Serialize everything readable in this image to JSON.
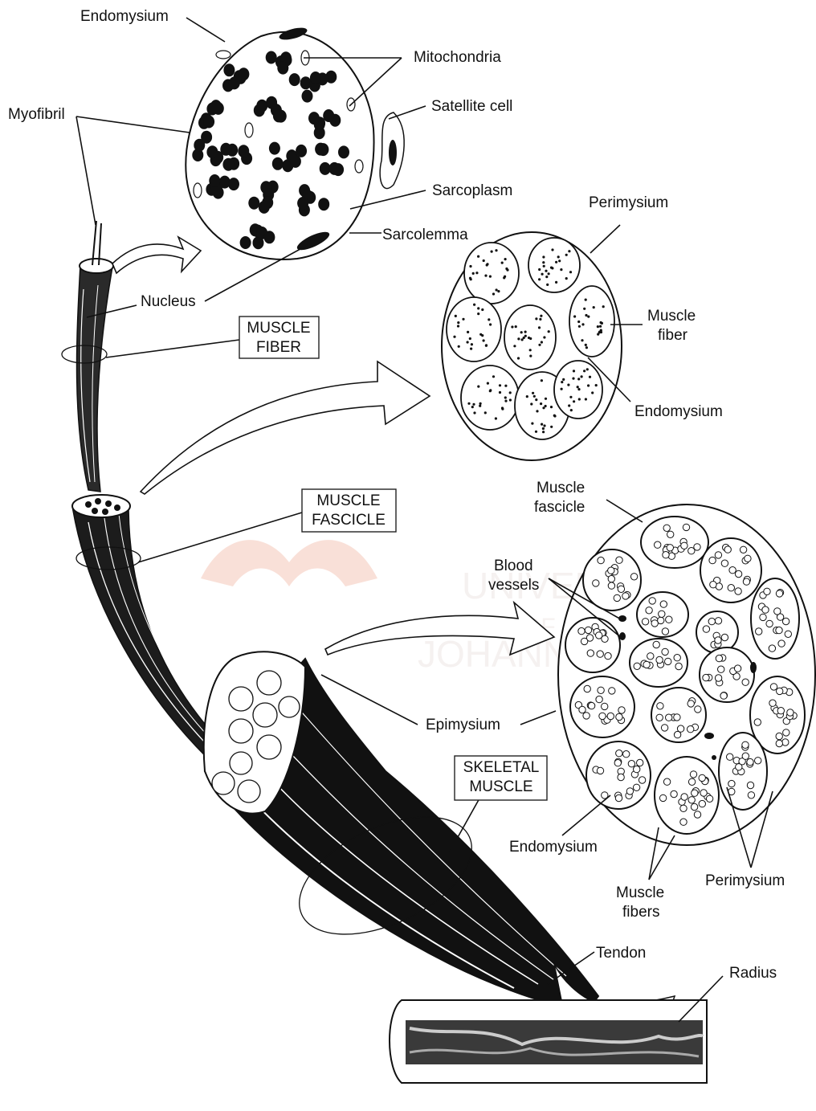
{
  "watermark": {
    "line1": "UNIVERSITY",
    "line2": "OF",
    "line3": "JOHANNESBURG",
    "color": "#f4c7b8"
  },
  "labels": {
    "endomysium_top": "Endomysium",
    "mitochondria": "Mitochondria",
    "myofibril": "Myofibril",
    "satellite_cell": "Satellite cell",
    "sarcoplasm": "Sarcoplasm",
    "sarcolemma": "Sarcolemma",
    "perimysium_top": "Perimysium",
    "nucleus": "Nucleus",
    "muscle_fiber_line1": "Muscle",
    "muscle_fiber_line2": "fiber",
    "endomysium_mid": "Endomysium",
    "muscle_fascicle_line1": "Muscle",
    "muscle_fascicle_line2": "fascicle",
    "blood_vessels_line1": "Blood",
    "blood_vessels_line2": "vessels",
    "epimysium": "Epimysium",
    "endomysium_bottom": "Endomysium",
    "perimysium_bottom": "Perimysium",
    "muscle_fibers_line1": "Muscle",
    "muscle_fibers_line2": "fibers",
    "tendon": "Tendon",
    "radius": "Radius"
  },
  "boxed_labels": {
    "muscle_fiber": [
      "MUSCLE",
      "FIBER"
    ],
    "muscle_fascicle": [
      "MUSCLE",
      "FASCICLE"
    ],
    "skeletal_muscle": [
      "SKELETAL",
      "MUSCLE"
    ]
  }
}
